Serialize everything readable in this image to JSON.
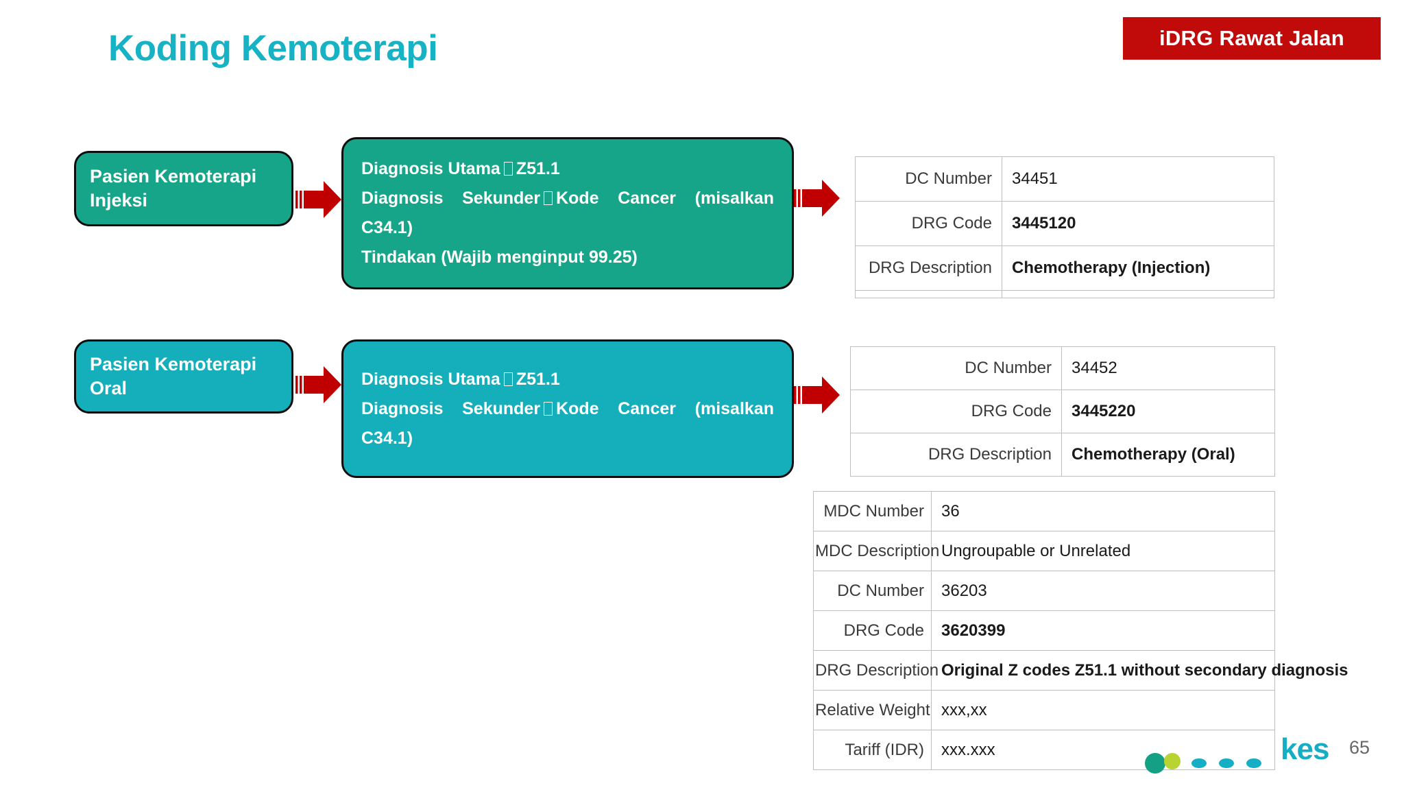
{
  "slide": {
    "title": "Koding Kemoterapi",
    "page_number": "65",
    "title_color": "#17B2C4"
  },
  "badge": {
    "label": "iDRG Rawat Jalan",
    "bg_color": "#C10A0A",
    "text_color": "#FFFFFF"
  },
  "flow": {
    "rows": [
      {
        "source_label_line1": "Pasien Kemoterapi",
        "source_label_line2": "Injeksi",
        "source_color": "#17A589",
        "detail_color": "#17A589",
        "detail_lines": [
          "Diagnosis Utama",
          "Z51.1",
          "Diagnosis  Sekunder",
          "Kode  Cancer  (misalkan",
          "C34.1)",
          "Tindakan (Wajib menginput 99.25)"
        ]
      },
      {
        "source_label_line1": "Pasien Kemoterapi",
        "source_label_line2": "Oral",
        "source_color": "#15AFBC",
        "detail_color": "#15AFBC",
        "detail_lines": [
          "Diagnosis Utama",
          "Z51.1",
          "Diagnosis  Sekunder",
          "Kode  Cancer  (misalkan",
          "C34.1)"
        ]
      }
    ],
    "arrow_color": "#C00000"
  },
  "tables": {
    "injection": {
      "rows": [
        {
          "label": "DC Number",
          "value": "34451",
          "bold": false
        },
        {
          "label": "DRG Code",
          "value": "3445120",
          "bold": true
        },
        {
          "label": "DRG Description",
          "value": "Chemotherapy (Injection)",
          "bold": true
        }
      ]
    },
    "oral": {
      "rows": [
        {
          "label": "DC Number",
          "value": "34452",
          "bold": false
        },
        {
          "label": "DRG Code",
          "value": "3445220",
          "bold": true
        },
        {
          "label": "DRG Description",
          "value": "Chemotherapy (Oral)",
          "bold": true
        }
      ]
    },
    "ungroupable": {
      "rows": [
        {
          "label": "MDC Number",
          "value": "36",
          "bold": false
        },
        {
          "label": "MDC Description",
          "value": "Ungroupable or Unrelated",
          "bold": false
        },
        {
          "label": "DC Number",
          "value": "36203",
          "bold": false
        },
        {
          "label": "DRG Code",
          "value": "3620399",
          "bold": true
        },
        {
          "label": "DRG Description",
          "value": "Original Z codes Z51.1 without secondary diagnosis",
          "bold": true
        },
        {
          "label": "Relative Weight",
          "value": "xxx,xx",
          "bold": false
        },
        {
          "label": "Tariff (IDR)",
          "value": "xxx.xxx",
          "bold": false
        }
      ]
    }
  },
  "logo": {
    "word": "kes",
    "color": "#16AEC4"
  }
}
